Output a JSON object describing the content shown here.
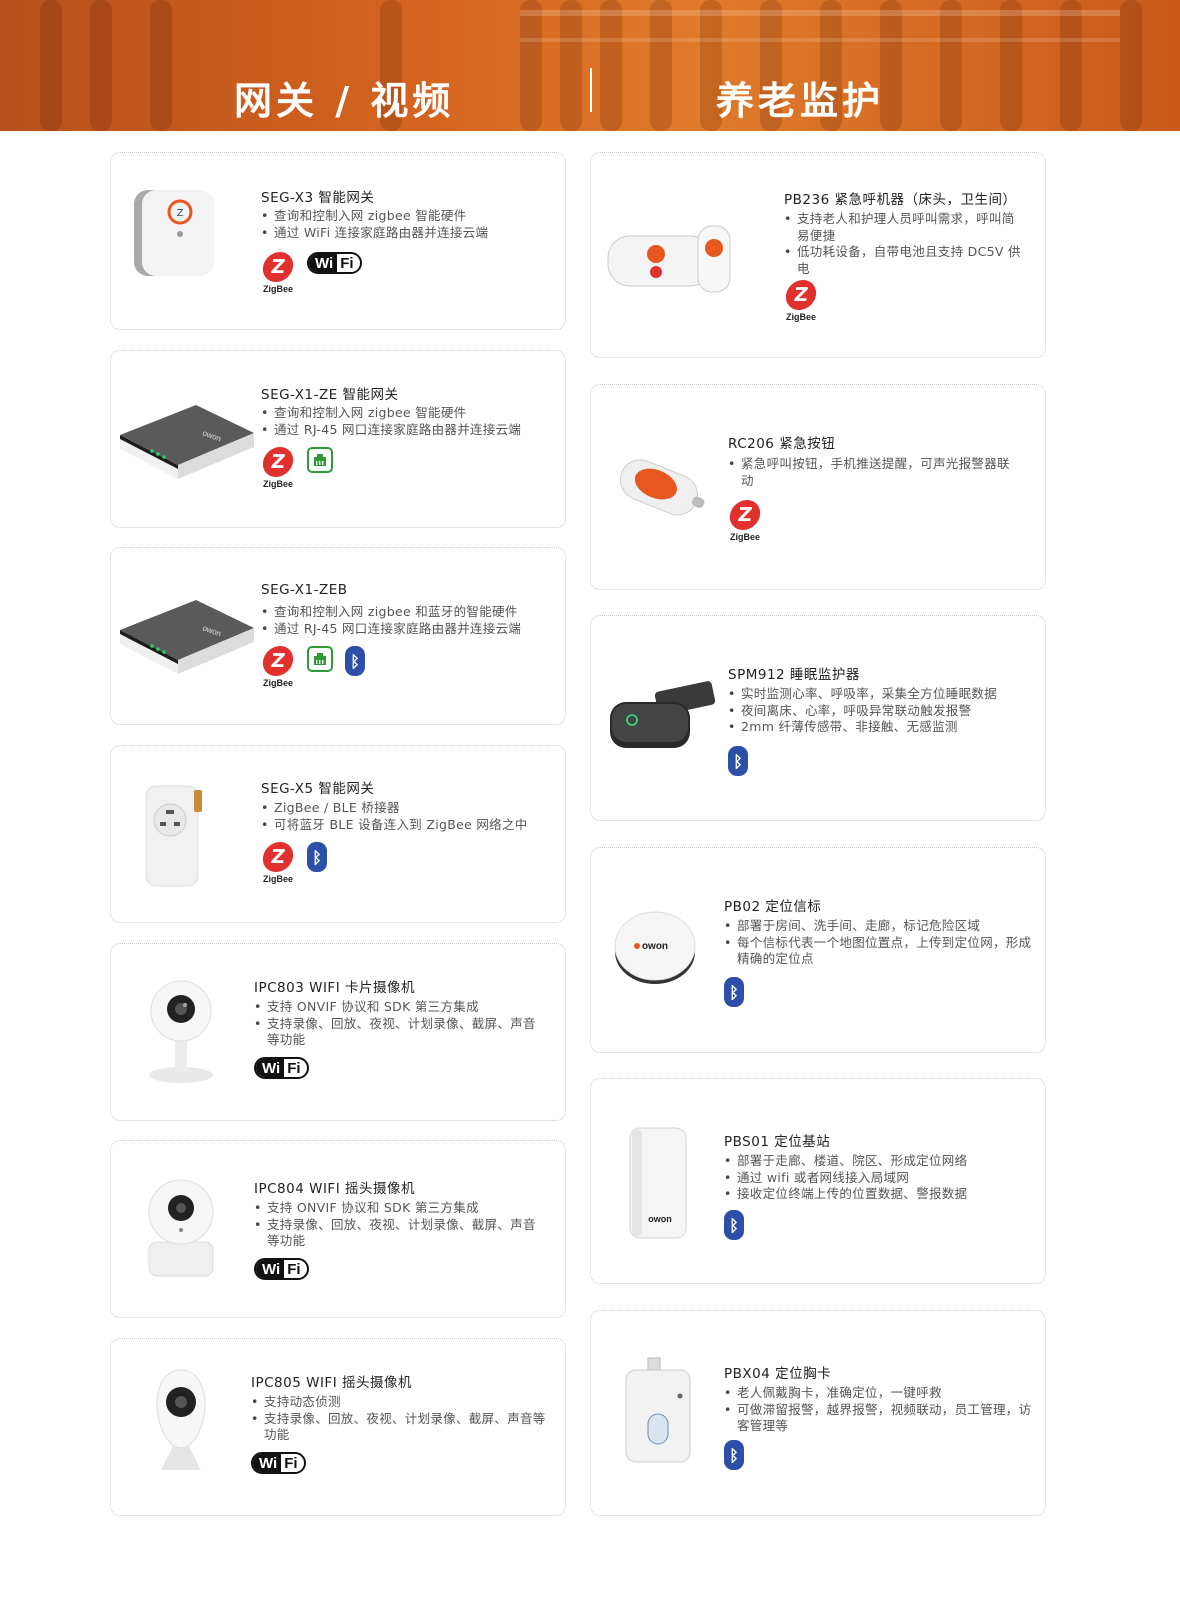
{
  "banner": {
    "left_title": "网关 / 视频",
    "right_title": "养老监护"
  },
  "left_products": [
    {
      "title": "SEG-X3 智能网关",
      "bullets": [
        "查询和控制入网 zigbee 智能硬件",
        "通过 WiFi 连接家庭路由器并连接云端"
      ],
      "badges": [
        "zigbee",
        "wifi"
      ],
      "image": "white-gateway-box"
    },
    {
      "title": "SEG-X1-ZE 智能网关",
      "bullets": [
        "查询和控制入网 zigbee 智能硬件",
        "通过 RJ-45 网口连接家庭路由器并连接云端"
      ],
      "badges": [
        "zigbee",
        "rj45"
      ],
      "image": "flat-router"
    },
    {
      "title": "SEG-X1-ZEB",
      "bullets": [
        "查询和控制入网 zigbee 和蓝牙的智能硬件",
        "通过 RJ-45 网口连接家庭路由器并连接云端"
      ],
      "badges": [
        "zigbee",
        "rj45",
        "bluetooth"
      ],
      "image": "flat-router"
    },
    {
      "title": "SEG-X5 智能网关",
      "bullets": [
        "ZigBee / BLE 桥接器",
        "可将蓝牙 BLE 设备连入到 ZigBee 网络之中"
      ],
      "badges": [
        "zigbee",
        "bluetooth"
      ],
      "image": "plug-gateway"
    },
    {
      "title": "IPC803 WIFI 卡片摄像机",
      "bullets": [
        "支持 ONVIF 协议和 SDK 第三方集成",
        "支持录像、回放、夜视、计划录像、截屏、声音等功能"
      ],
      "badges": [
        "wifi"
      ],
      "image": "card-camera"
    },
    {
      "title": "IPC804 WIFI 摇头摄像机",
      "bullets": [
        "支持 ONVIF 协议和 SDK 第三方集成",
        "支持录像、回放、夜视、计划录像、截屏、声音等功能"
      ],
      "badges": [
        "wifi"
      ],
      "image": "ptz-camera"
    },
    {
      "title": "IPC805 WIFI 摇头摄像机",
      "bullets": [
        "支持动态侦测",
        "支持录像、回放、夜视、计划录像、截屏、声音等功能"
      ],
      "badges": [
        "wifi"
      ],
      "image": "drop-camera"
    }
  ],
  "right_products": [
    {
      "title": "PB236 紧急呼机器（床头，卫生间）",
      "bullets": [
        "支持老人和护理人员呼叫需求，呼叫简易便捷",
        "低功耗设备，自带电池且支持 DC5V 供电"
      ],
      "badges": [
        "zigbee"
      ],
      "image": "call-button-set"
    },
    {
      "title": "RC206 紧急按钮",
      "bullets": [
        "紧急呼叫按钮，手机推送提醒，可声光报警器联动"
      ],
      "badges": [
        "zigbee"
      ],
      "image": "key-fob"
    },
    {
      "title": "SPM912 睡眠监护器",
      "bullets": [
        "实时监测心率、呼吸率，采集全方位睡眠数据",
        "夜间离床、心率，呼吸异常联动触发报警",
        "2mm 纤薄传感带、非接触、无感监测"
      ],
      "badges": [
        "bluetooth"
      ],
      "image": "sleep-monitor"
    },
    {
      "title": "PB02 定位信标",
      "bullets": [
        "部署于房间、洗手间、走廊，标记危险区域",
        "每个信标代表一个地图位置点，上传到定位网，形成精确的定位点"
      ],
      "badges": [
        "bluetooth"
      ],
      "image": "beacon"
    },
    {
      "title": "PBS01 定位基站",
      "bullets": [
        "部署于走廊、楼道、院区、形成定位网络",
        "通过 wifi 或者网线接入局域网",
        "接收定位终端上传的位置数据、警报数据"
      ],
      "badges": [
        "bluetooth"
      ],
      "image": "base-station"
    },
    {
      "title": "PBX04 定位胸卡",
      "bullets": [
        "老人佩戴胸卡，准确定位，一键呼救",
        "可做滞留报警，越界报警，视频联动，员工管理，访客管理等"
      ],
      "badges": [
        "bluetooth"
      ],
      "image": "badge-card"
    }
  ],
  "badge_labels": {
    "zigbee_letter": "Z",
    "zigbee_text": "ZigBee",
    "wifi_a": "Wi",
    "wifi_b": "Fi",
    "bluetooth": "ᛒ"
  },
  "brand_text": "owon",
  "colors": {
    "banner": "#d4641f",
    "zigbee": "#e0312e",
    "bluetooth": "#2c4fa8",
    "rj45": "#2e9a3a",
    "accent": "#e8571f"
  }
}
